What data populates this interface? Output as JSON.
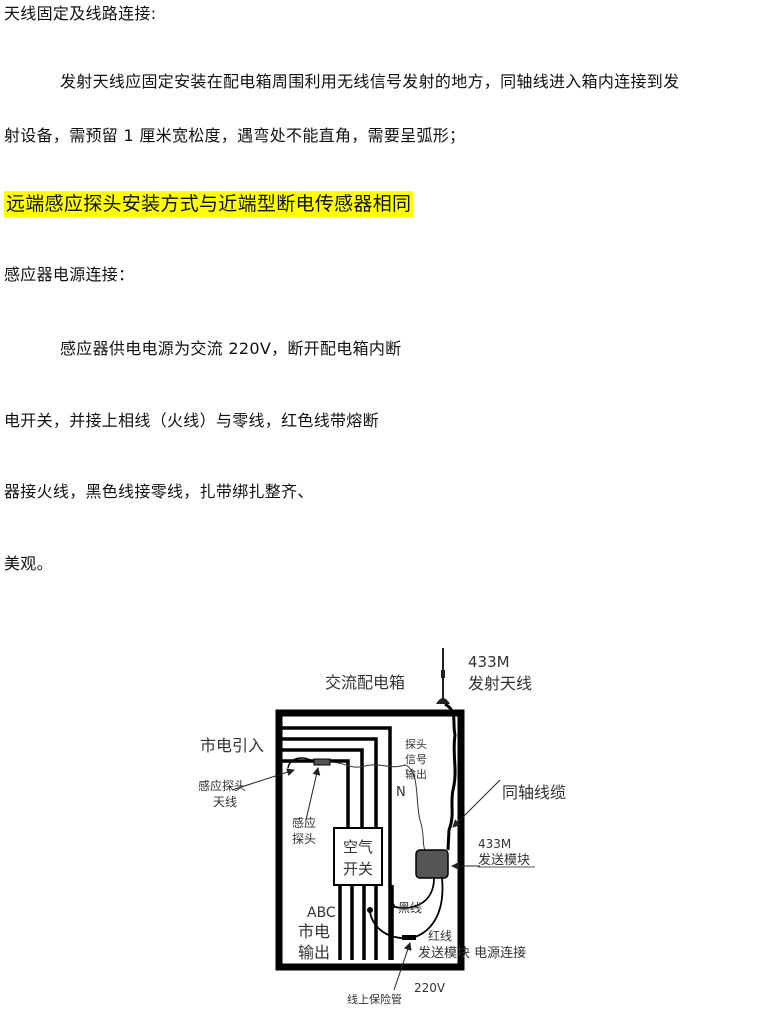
{
  "document": {
    "heading_antenna": "天线固定及线路连接:",
    "para_antenna_1": "发射天线应固定安装在配电箱周围利用无线信号发射的地方，同轴线进入箱内连接到发",
    "para_antenna_2": "射设备，需预留 1 厘米宽松度，遇弯处不能直角，需要呈弧形；",
    "highlight_note": "远端感应探头安装方式与近端型断电传感器相同",
    "highlight_color": "#ffff00",
    "heading_power": "感应器电源连接：",
    "para_power_1": "感应器供电电源为交流 220V，断开配电箱内断",
    "para_power_2": "电开关，并接上相线（火线）与零线，红色线带熔断",
    "para_power_3": "器接火线，黑色线接零线，扎带绑扎整齐、",
    "para_power_4": "美观。"
  },
  "diagram": {
    "box_title": "交流配电箱",
    "antenna_freq": "433M",
    "antenna_label": "发射天线",
    "mains_in": "市电引入",
    "probe_antenna_1": "感应探头",
    "probe_antenna_2": "天线",
    "probe_1": "感应",
    "probe_2": "探头",
    "signal_out_1": "探头",
    "signal_out_2": "信号",
    "signal_out_3": "输出",
    "neutral": "N",
    "coax": "同轴线缆",
    "module_freq": "433M",
    "module_label": "发送模块",
    "breaker_1": "空气",
    "breaker_2": "开关",
    "phases": "ABC",
    "mains_out_1": "市电",
    "mains_out_2": "输出",
    "black_wire": "黑线",
    "red_wire": "红线",
    "module_power": "发送模块 电源连接",
    "fuse": "线上保险管",
    "voltage": "220V"
  }
}
